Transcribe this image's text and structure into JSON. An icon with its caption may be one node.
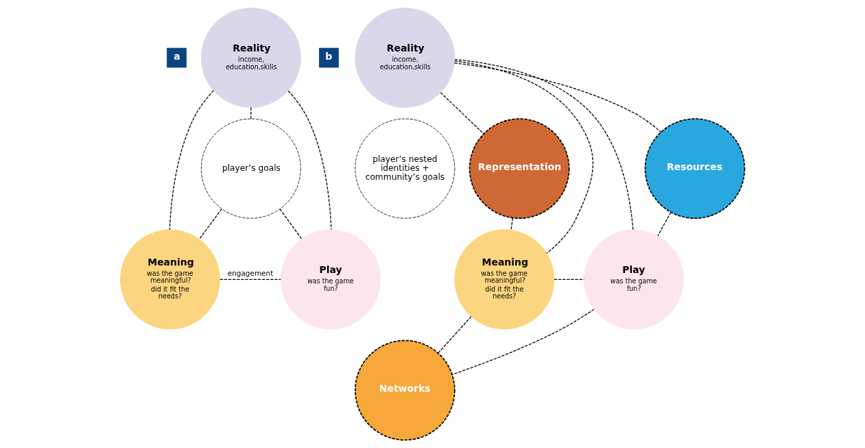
{
  "diagram": {
    "nodes": [
      {
        "text": [
          "a"
        ]
      },
      {
        "text": [
          "Reality",
          "income, education,skills"
        ]
      },
      {
        "text": [
          "player’s goals"
        ]
      },
      {
        "text": [
          "Meaning",
          "was the game meaningful?",
          "did it fit the needs?"
        ]
      },
      {
        "text": [
          "Play",
          "was the game fun?"
        ]
      },
      {
        "text": [
          "b"
        ]
      },
      {
        "text": [
          "Reality",
          "income, education,skills"
        ]
      },
      {
        "text": [
          "Representation"
        ]
      },
      {
        "text": [
          "player’s nested identities + community’s goals"
        ]
      },
      {
        "text": [
          "Resources"
        ]
      },
      {
        "text": [
          "Meaning",
          "was the game meaningful?",
          "did it fit the needs?"
        ]
      },
      {
        "text": [
          "Play",
          "was the game fun?"
        ]
      },
      {
        "text": [
          "Networks"
        ]
      }
    ],
    "edges": [
      {
        "from": 1,
        "to": 3,
        "arrow": "none",
        "style": "dashed"
      },
      {
        "from": 1,
        "to": 4,
        "arrow": "none",
        "style": "dashed"
      },
      {
        "from": 3,
        "to": 4,
        "arrow": "none",
        "style": "dashed",
        "label": "engagement"
      },
      {
        "from": 1,
        "to": 2,
        "arrow": "none",
        "style": "dashed"
      },
      {
        "from": 2,
        "to": 3,
        "arrow": "none",
        "style": "dashed"
      },
      {
        "from": 2,
        "to": 4,
        "arrow": "none",
        "style": "dashed"
      },
      {
        "from": 6,
        "to": 10,
        "arrow": "none",
        "style": "dashed"
      },
      {
        "from": 6,
        "to": 11,
        "arrow": "none",
        "style": "dashed"
      },
      {
        "from": 10,
        "to": 11,
        "arrow": "none",
        "style": "dashed"
      },
      {
        "from": 7,
        "to": 6,
        "arrow": "none",
        "style": "dashed"
      },
      {
        "from": 6,
        "to": 9,
        "arrow": "none",
        "style": "dashed"
      },
      {
        "from": 9,
        "to": 11,
        "arrow": "none",
        "style": "dashed"
      },
      {
        "from": 11,
        "to": 12,
        "arrow": "none",
        "style": "dashed"
      },
      {
        "from": 12,
        "to": 10,
        "arrow": "none",
        "style": "dashed"
      },
      {
        "from": 10,
        "to": 7,
        "arrow": "none",
        "style": "dashed"
      }
    ]
  }
}
